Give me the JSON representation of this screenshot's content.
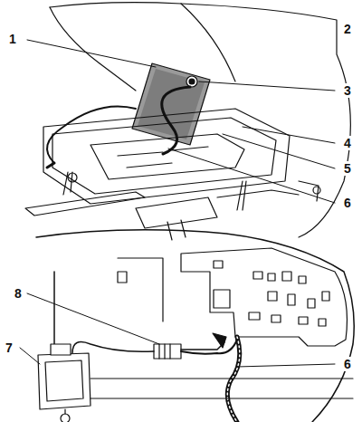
{
  "diagram": {
    "labels": [
      "1",
      "2",
      "3",
      "4",
      "5",
      "6",
      "8",
      "7",
      "6"
    ]
  }
}
